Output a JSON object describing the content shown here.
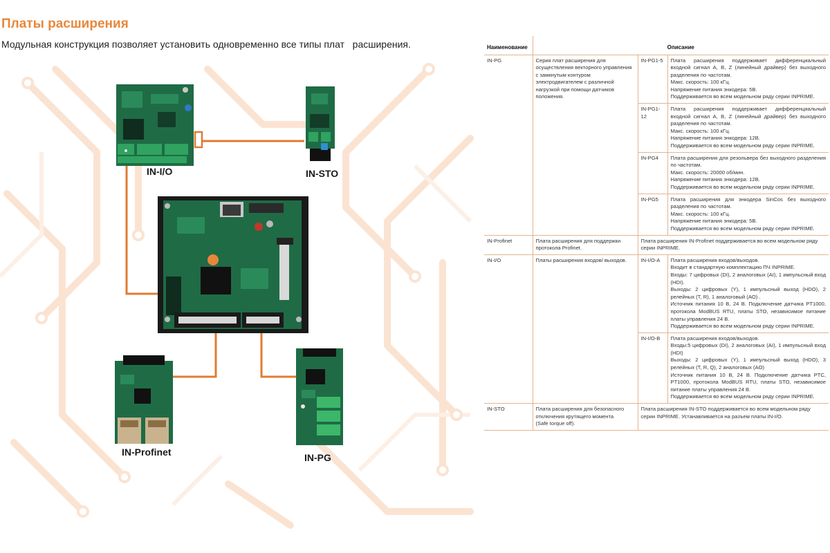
{
  "page": {
    "title": "Платы расширения",
    "subtitle": "Модульная конструкция позволяет установить одновременно все типы плат   расширения."
  },
  "boards": {
    "io": "IN-I/O",
    "sto": "IN-STO",
    "profinet": "IN-Profinet",
    "pg": "IN-PG"
  },
  "colors": {
    "accent": "#e8873a",
    "pcb": "#1f6b45",
    "line": "#e07b32"
  },
  "table": {
    "header": {
      "name": "Наименование",
      "desc": "Описание"
    },
    "rows": [
      {
        "name": "IN-PG",
        "desc": "Серия плат расширения для осуществления векторного управления с замкнутым контуром электродвигателем с различной нагрузкой при помощи датчиков положения.",
        "subs": [
          {
            "code": "IN-PG1-5",
            "text": "Плата расширения поддерживает дифференциальный входной сигнал A, B, Z (линейный драйвер) без выходного разделения по частотам.\nМакс. скорость: 100 кГц.\nНапряжение питания энкодера: 5В.\nПоддерживается во всем модельном ряду серии INPRIME."
          },
          {
            "code": "IN-PG1-12",
            "text": "Плата расширения поддерживает дифференциальный входной сигнал A, B, Z (линейный драйвер) без выходного разделения по частотам.\nМакс. скорость: 100 кГц.\nНапряжение питания энкодера: 12В.\nПоддерживается во всем модельном ряду серии INPRIME."
          },
          {
            "code": "IN-PG4",
            "text": "Плата расширения для резольвера без выходного разделения по частотам.\nМакс. скорость: 20000 об/мин.\nНапряжение питания энкодера: 12В.\nПоддерживается во всем модельном ряду серии INPRIME."
          },
          {
            "code": "IN-PG5",
            "text": "Плата расширения для энкодера SinCos без выходного разделения по частотам.\nМакс. скорость: 100 кГц.\nНапряжение питания энкодера: 5В.\nПоддерживается во всем модельном ряду серии INPRIME."
          }
        ]
      },
      {
        "name": "IN-Profinet",
        "desc": "Плата расширения для поддержки протокола Profinet.",
        "full": "Плата расширения IN-Profinet поддерживается во всем модельном ряду серии INPRIME."
      },
      {
        "name": "IN-I/O",
        "desc": "Платы расширения входов/ выходов.",
        "subs": [
          {
            "code": "IN-I/O-A",
            "text": "Плата расширения входов/выходов.\nВходит в стандартную комплектацию ПЧ INPRIME.\nВходы: 7 цифровых (DI), 2 аналоговых (AI), 1 импульсный вход (HDI).\nВыходы: 2 цифровых (Y), 1 импульсный выход (HDO), 2 релейных (T, R), 1 аналоговый (AO) .\nИсточник питания 10 В, 24 В. Подключение датчика PT1000, протокола ModBUS RTU, платы STO, независимое питание платы управления 24 В.\nПоддерживается во всем модельном ряду серии INPRIME."
          },
          {
            "code": "IN-I/O-B",
            "text": "Плата расширения входов/выходов.\nВходы:5 цифровых (DI), 2 аналоговых (AI), 1 импульсный вход (HDI)\nВыходы: 2 цифровых (Y), 1 импульсный выход (HDO), 3 релейных (T, R, Q), 2 аналоговых (AO)\nИсточник питания 10 В, 24 В. Подключение датчика PTC, PT1000, протокола ModBUS RTU, платы STO, независимое питание платы управления 24 В.\nПоддерживается во всем модельном ряду серии INPRIME."
          }
        ]
      },
      {
        "name": "IN-STO",
        "desc": "Плата расширения для безопасного отключения крутящего момента\n(Safe torque off).",
        "full": "Плата расширения IN-STO поддерживается во всем модельном ряду серии INPRIME. Устанавливается на разъем платы  IN-I/O."
      }
    ]
  }
}
